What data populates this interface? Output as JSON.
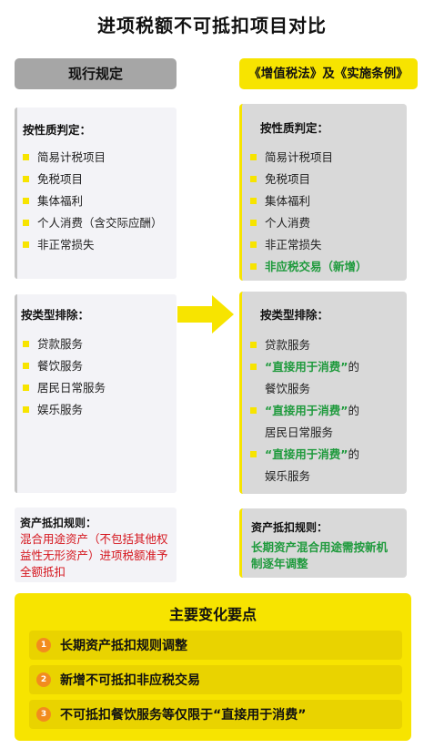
{
  "title": "进项税额不可抵扣项目对比",
  "headers": {
    "left": "现行规定",
    "right": "《增值税法》及《实施条例》"
  },
  "nature": {
    "left": {
      "title": "按性质判定：",
      "items": [
        "简易计税项目",
        "免税项目",
        "集体福利",
        "个人消费（含交际应酬）",
        "非正常损失"
      ]
    },
    "right": {
      "title": "按性质判定：",
      "items": [
        "简易计税项目",
        "免税项目",
        "集体福利",
        "个人消费",
        "非正常损失"
      ],
      "new_item": "非应税交易（新增）"
    }
  },
  "type": {
    "left": {
      "title": "按类型排除：",
      "items": [
        "贷款服务",
        "餐饮服务",
        "居民日常服务",
        "娱乐服务"
      ]
    },
    "right": {
      "title": "按类型排除：",
      "first_item": "贷款服务",
      "qualifier": "“直接用于消费”",
      "qualifier_suffix": "的",
      "qualified_items": [
        "餐饮服务",
        "居民日常服务",
        "娱乐服务"
      ]
    }
  },
  "asset": {
    "left": {
      "title": "资产抵扣规则：",
      "text": "混合用途资产（不包括其他权益性无形资产）进项税额准予全额抵扣"
    },
    "right": {
      "title": "资产抵扣规则：",
      "text": "长期资产混合用途需按新机制逐年调整"
    }
  },
  "summary": {
    "title": "主要变化要点",
    "items": [
      {
        "num": "1",
        "text": "长期资产抵扣规则调整"
      },
      {
        "num": "2",
        "text": "新增不可抵扣非应税交易"
      },
      {
        "num": "3",
        "text": "不可抵扣餐饮服务等仅限于“直接用于消费”"
      }
    ]
  },
  "colors": {
    "accent_yellow": "#f7e400",
    "header_gray": "#a6a6a6",
    "highlight_green": "#1e9a3c",
    "highlight_red": "#d5141c",
    "badge_orange": "#f28c1e"
  },
  "icons": {
    "arrow": "right-arrow-icon",
    "bullet": "square-bullet-icon",
    "badge": "numbered-circle-icon"
  }
}
